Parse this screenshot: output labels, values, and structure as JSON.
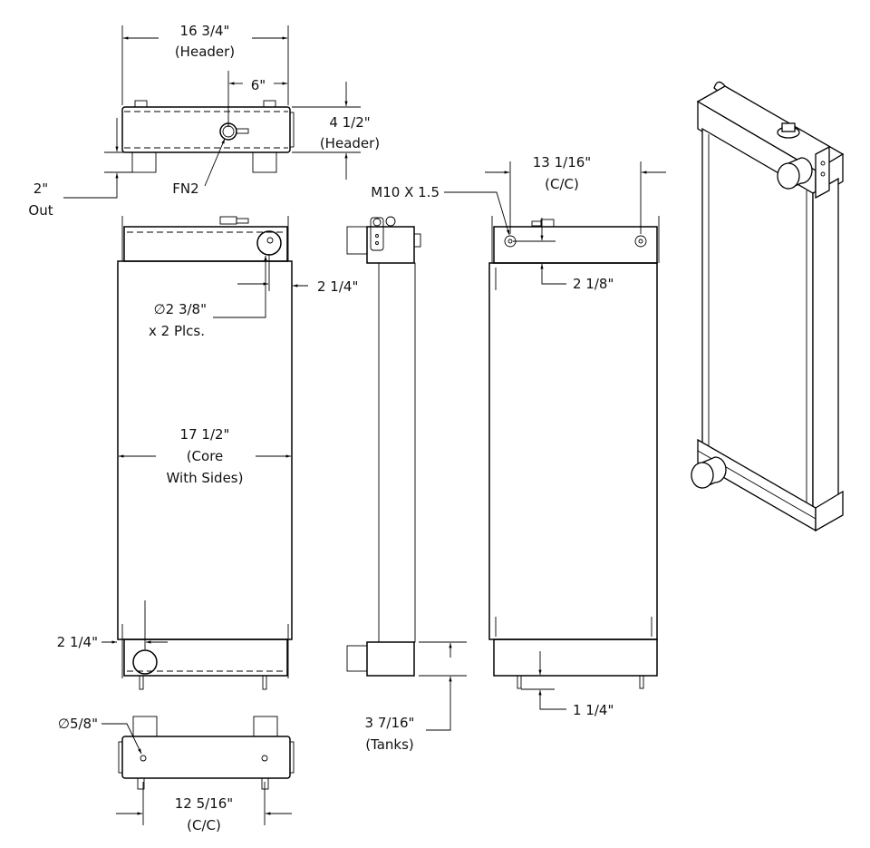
{
  "dimensions": {
    "header_width": {
      "value": "16 3/4\"",
      "note": "(Header)"
    },
    "inlet_offset": {
      "value": "6\""
    },
    "header_height": {
      "value": "4 1/2\"",
      "note": "(Header)"
    },
    "outlet": {
      "value": "2\"",
      "note": "Out"
    },
    "fill_neck": {
      "value": "FN2"
    },
    "port_diameter": {
      "value": "∅2 3/8\"",
      "note": "x 2 Plcs."
    },
    "port_offset_top": {
      "value": "2 1/4\""
    },
    "core_width": {
      "value": "17 1/2\"",
      "note1": "(Core",
      "note2": "With Sides)"
    },
    "port_offset_bottom": {
      "value": "2 1/4\""
    },
    "mount_hole": {
      "value": "∅5/8\""
    },
    "mount_spacing": {
      "value": "12 5/16\"",
      "note": "(C/C)"
    },
    "tank_height": {
      "value": "3 7/16\"",
      "note": "(Tanks)"
    },
    "thread": {
      "value": "M10 X 1.5"
    },
    "thread_spacing": {
      "value": "13 1/16\"",
      "note": "(C/C)"
    },
    "thread_offset": {
      "value": "2 1/8\""
    },
    "leg_length": {
      "value": "1 1/4\""
    }
  }
}
